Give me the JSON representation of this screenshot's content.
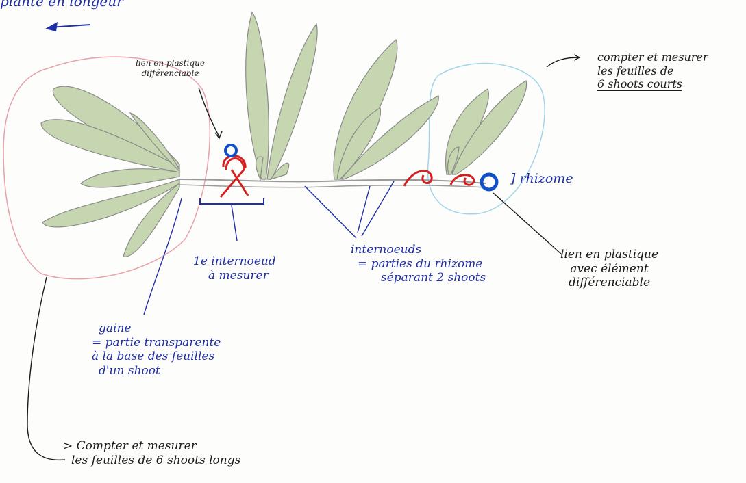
{
  "header": {
    "title_fragment": "plante en longeur"
  },
  "labels": {
    "lien_top": [
      "lien en plastique",
      "différenciable"
    ],
    "compter_courts": [
      "compter et mesurer",
      "les feuilles de",
      "6 shoots courts"
    ],
    "rhizome": "] rhizome",
    "premier_internoeud": [
      "1e internoeud",
      "à mesurer"
    ],
    "internoeuds": [
      "internoeuds",
      "= parties du rhizome",
      "séparant 2 shoots"
    ],
    "lien_bottom": [
      "lien en plastique",
      "avec élément",
      "différenciable"
    ],
    "gaine": [
      "gaine",
      "= partie transparente",
      "à la base des feuilles",
      "d'un shoot"
    ],
    "compter_longs": [
      "> Compter et mesurer",
      "les feuilles de 6 shoots longs"
    ]
  },
  "colors": {
    "ink_blue": "#1f2fa8",
    "ink_black": "#1a1a1a",
    "leaf_fill": "#c6d6b0",
    "outline_pink": "#e8a0a8",
    "outline_cyan": "#9fd4ea",
    "tie_red": "#d42020",
    "tie_blue": "#1050c8"
  }
}
